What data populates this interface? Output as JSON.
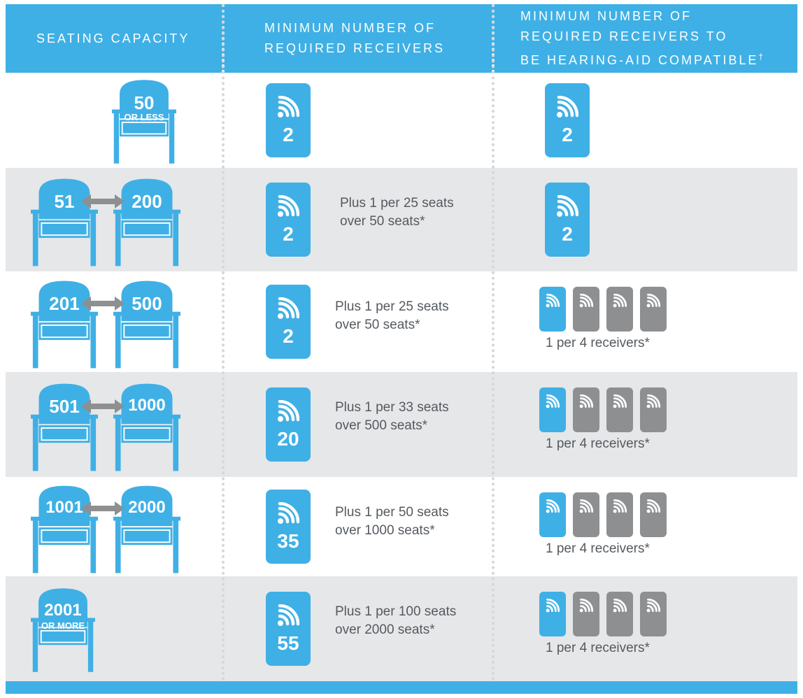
{
  "header": {
    "col1": "SEATING CAPACITY",
    "col2": "MINIMUM NUMBER OF\nREQUIRED RECEIVERS",
    "col3": "MINIMUM NUMBER OF\nREQUIRED RECEIVERS TO\nBE HEARING-AID COMPATIBLE",
    "col3_mark": "†"
  },
  "colors": {
    "accent": "#3fb0e5",
    "gray_row": "#e6e7e9",
    "gray_receiver": "#8e8f91",
    "text": "#555a5f"
  },
  "rows": [
    {
      "capacity_main": "50",
      "capacity_sub": "OR LESS",
      "required": "2",
      "note": "",
      "hac": "2",
      "hac_note": ""
    },
    {
      "capacity_from": "51",
      "capacity_to": "200",
      "required": "2",
      "note": "Plus 1 per 25 seats\nover 50 seats*",
      "hac": "2",
      "hac_note": ""
    },
    {
      "capacity_from": "201",
      "capacity_to": "500",
      "required": "2",
      "note": "Plus 1 per 25 seats\nover 50 seats*",
      "hac_note": "1 per 4 receivers*"
    },
    {
      "capacity_from": "501",
      "capacity_to": "1000",
      "required": "20",
      "note": "Plus 1 per 33 seats\nover 500 seats*",
      "hac_note": "1 per 4 receivers*"
    },
    {
      "capacity_from": "1001",
      "capacity_to": "2000",
      "required": "35",
      "note": "Plus 1 per 50 seats\nover 1000 seats*",
      "hac_note": "1 per 4 receivers*"
    },
    {
      "capacity_main": "2001",
      "capacity_sub": "OR MORE",
      "required": "55",
      "note": "Plus 1 per 100 seats\nover 2000 seats*",
      "hac_note": "1 per 4 receivers*"
    }
  ],
  "icons": {
    "receiver": "wifi-signal-icon",
    "seat": "theater-seat-icon",
    "range": "double-arrow-icon"
  }
}
